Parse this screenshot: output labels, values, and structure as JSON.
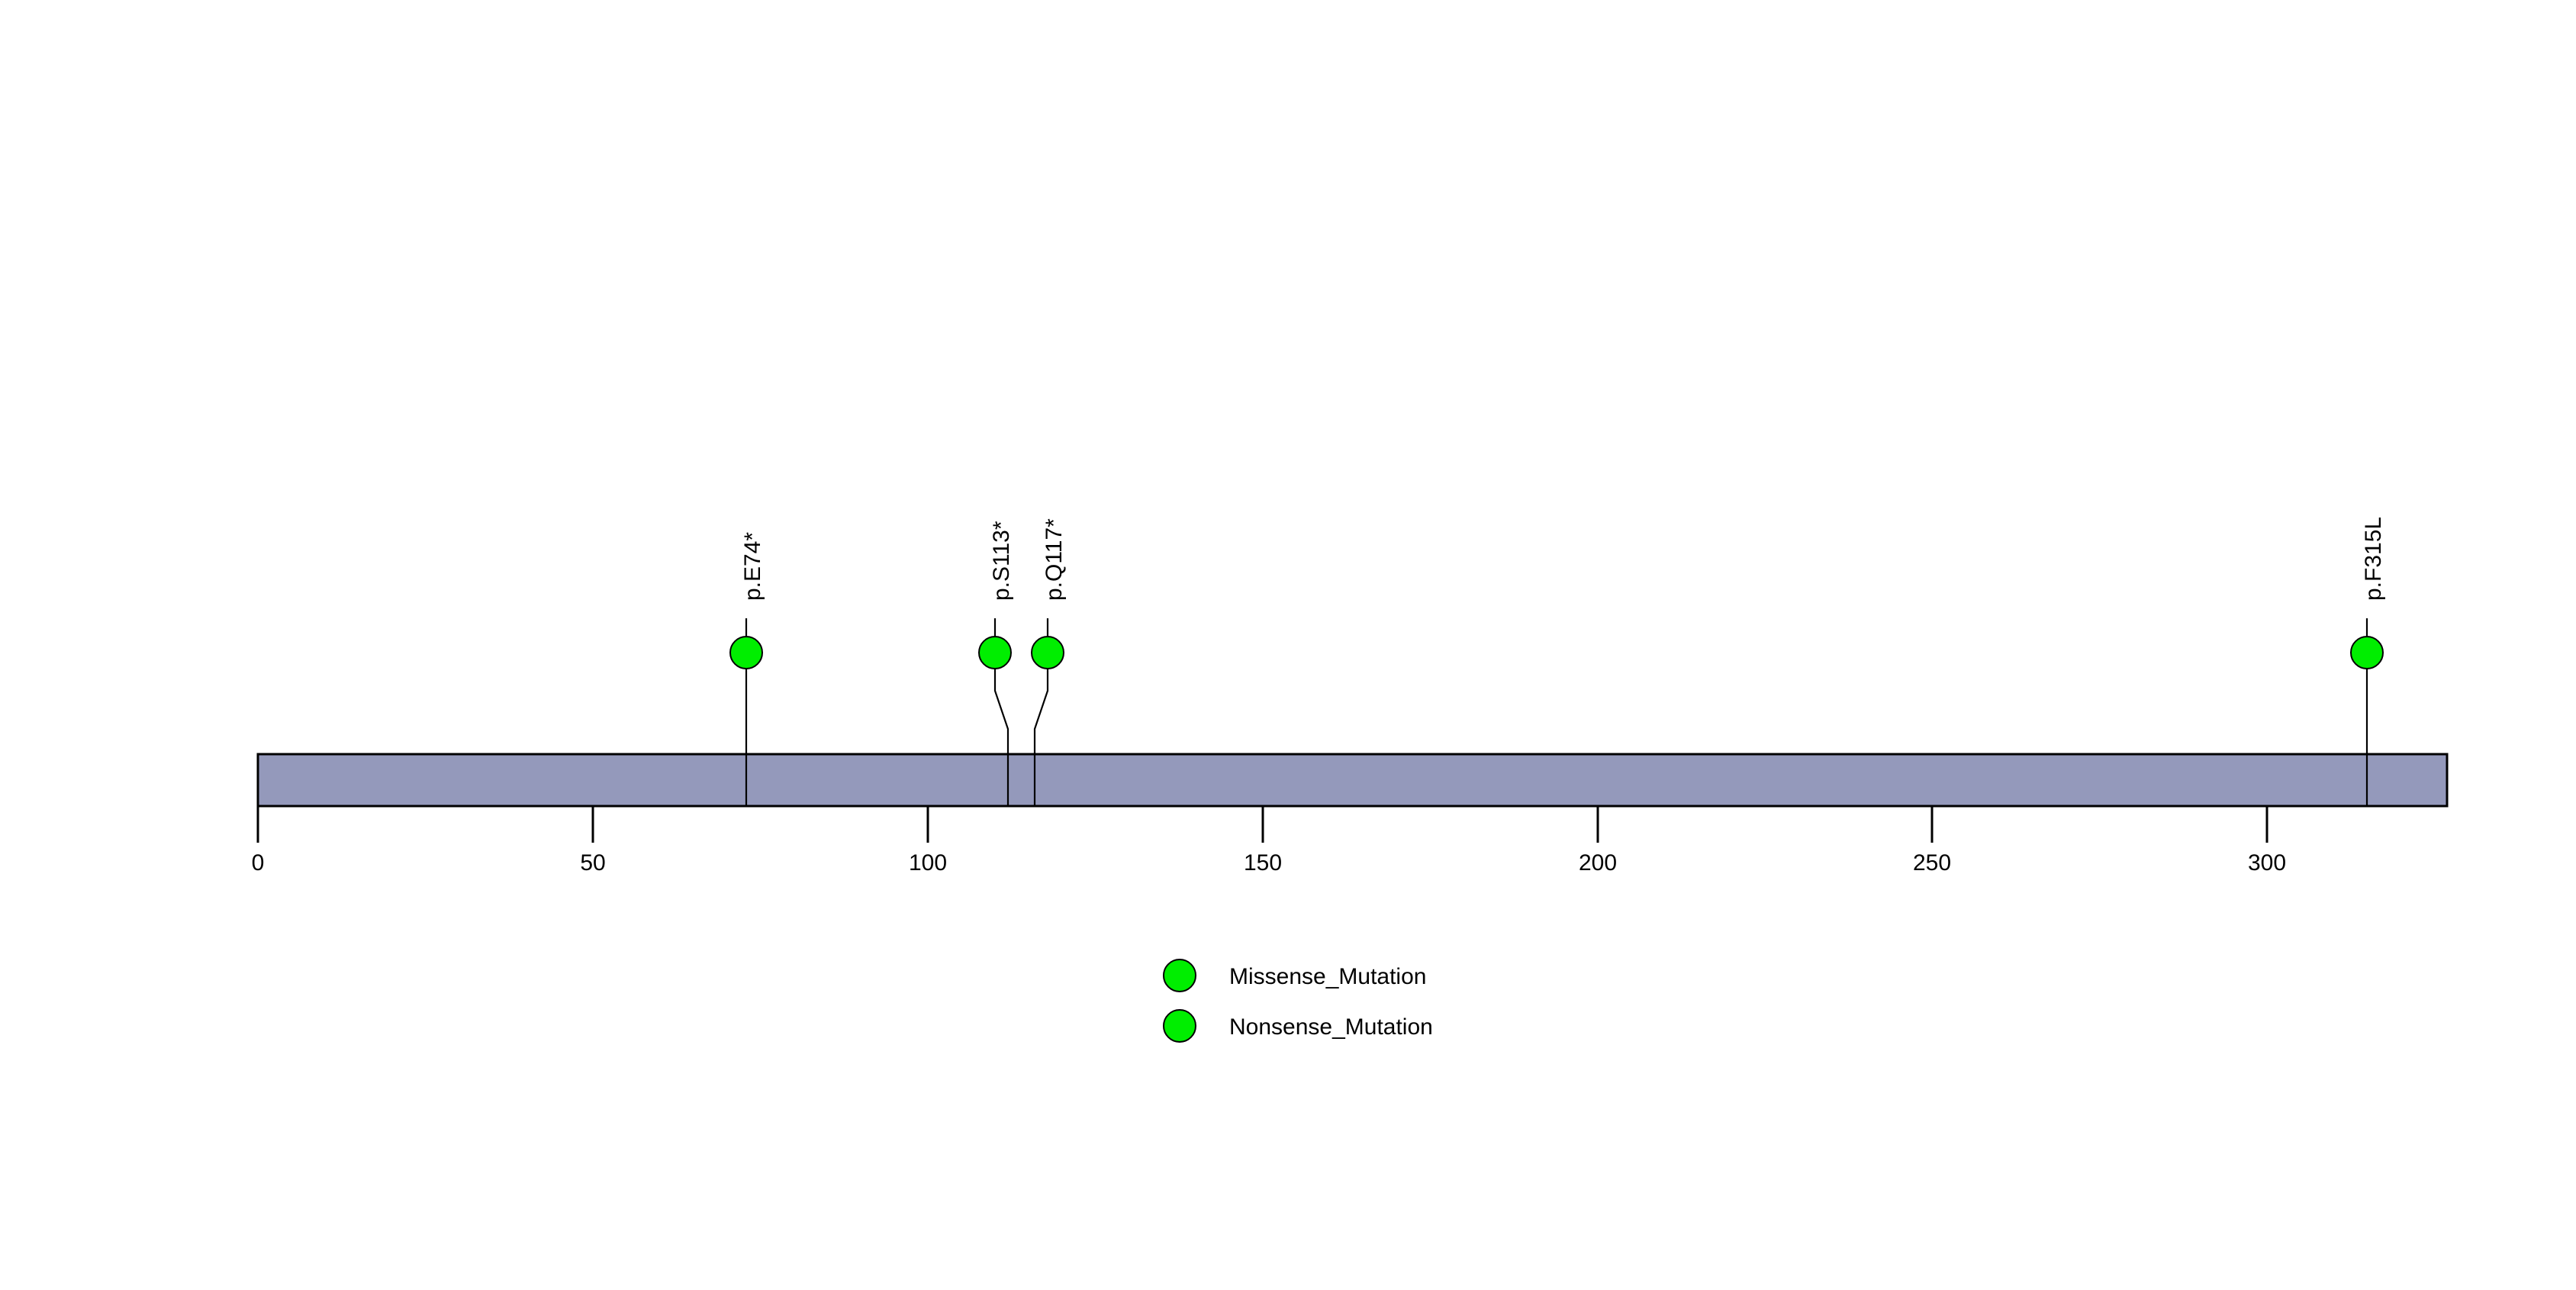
{
  "chart_data": {
    "type": "scatter",
    "subtype": "lollipop-protein-domain",
    "title": "",
    "subtitle": "",
    "xlabel": "",
    "ylabel": "",
    "xlim": [
      0,
      327
    ],
    "ylim": [
      0,
      1
    ],
    "grid": false,
    "legend_position": "bottom-center",
    "axis": {
      "ticks": [
        0,
        50,
        100,
        150,
        200,
        250,
        300
      ],
      "tick_labels": [
        "0",
        "50",
        "100",
        "150",
        "200",
        "250",
        "300"
      ],
      "start": 0,
      "end": 327
    },
    "protein_backbone": {
      "name": "protein-backbone",
      "start": 0,
      "end": 327,
      "fill_color": "#9499BB",
      "border_color": "#000000"
    },
    "mutations": [
      {
        "label": "p.E74*",
        "position": 73,
        "count": 1,
        "type": "Nonsense_Mutation",
        "color": "#00EE00"
      },
      {
        "label": "p.S113*",
        "position": 112,
        "count": 1,
        "type": "Nonsense_Mutation",
        "color": "#00EE00"
      },
      {
        "label": "p.Q117*",
        "position": 116,
        "count": 1,
        "type": "Nonsense_Mutation",
        "color": "#00EE00"
      },
      {
        "label": "p.F315L",
        "position": 314,
        "count": 1,
        "type": "Missense_Mutation",
        "color": "#00EE00"
      }
    ],
    "legend": {
      "entries": [
        {
          "label": "Missense_Mutation",
          "color": "#00EE00",
          "marker": "circle"
        },
        {
          "label": "Nonsense_Mutation",
          "color": "#00EE00",
          "marker": "circle"
        }
      ]
    },
    "colors": {
      "background": "#ffffff",
      "backbone": "#9499BB",
      "marker": "#00EE00",
      "stroke": "#000000",
      "text": "#000000"
    }
  },
  "labels": {
    "m0": "p.E74*",
    "m1": "p.S113*",
    "m2": "p.Q117*",
    "m3": "p.F315L"
  },
  "ticks": {
    "t0": "0",
    "t1": "50",
    "t2": "100",
    "t3": "150",
    "t4": "200",
    "t5": "250",
    "t6": "300"
  },
  "legend": {
    "e0": "Missense_Mutation",
    "e1": "Nonsense_Mutation"
  }
}
